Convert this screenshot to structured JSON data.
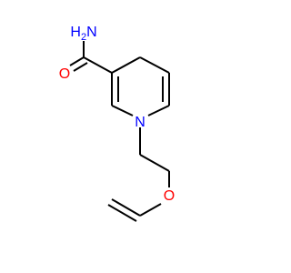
{
  "molecule": {
    "atoms": [
      {
        "id": "amide-nitrogen",
        "label": "H",
        "sub": "2",
        "suffix": "N",
        "color": "#0000ff"
      },
      {
        "id": "carbonyl-oxygen",
        "label": "O",
        "color": "#ff0000"
      },
      {
        "id": "ring-nitrogen",
        "label": "N",
        "color": "#0000ff"
      },
      {
        "id": "ether-oxygen",
        "label": "O",
        "color": "#ff0000"
      }
    ],
    "bond_color": "#000000"
  }
}
